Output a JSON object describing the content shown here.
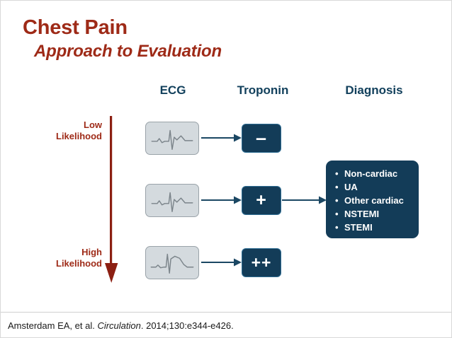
{
  "slide": {
    "title": "Chest Pain",
    "subtitle": "Approach to Evaluation"
  },
  "colors": {
    "title_red": "#9e2a17",
    "navy": "#133c58",
    "navy_border": "#2e6d93",
    "ecg_gray": "#d4dade",
    "ecg_border": "#9aa3a9",
    "arrow_red": "#8c1f12",
    "connector_navy": "#1b4763"
  },
  "columns": {
    "ecg": "ECG",
    "troponin": "Troponin",
    "diagnosis": "Diagnosis"
  },
  "likelihood": {
    "low_line1": "Low",
    "low_line2": "Likelihood",
    "high_line1": "High",
    "high_line2": "Likelihood",
    "arrow_direction": "down",
    "arrow_meaning": "increasing likelihood of acute coronary syndrome"
  },
  "rows": [
    {
      "ecg_label": "normal-sinus-rhythm-tracing",
      "troponin": "–",
      "troponin_meaning": "negative"
    },
    {
      "ecg_label": "normal-sinus-rhythm-tracing",
      "troponin": "+",
      "troponin_meaning": "positive"
    },
    {
      "ecg_label": "st-elevation-tracing",
      "troponin": "++",
      "troponin_meaning": "strongly positive"
    }
  ],
  "diagnosis_list": [
    "Non-cardiac",
    "UA",
    "Other cardiac",
    "NSTEMI",
    "STEMI"
  ],
  "citation": {
    "authors": "Amsterdam EA, et al.",
    "journal": "Circulation",
    "reference": ". 2014;130:e344-e426."
  }
}
